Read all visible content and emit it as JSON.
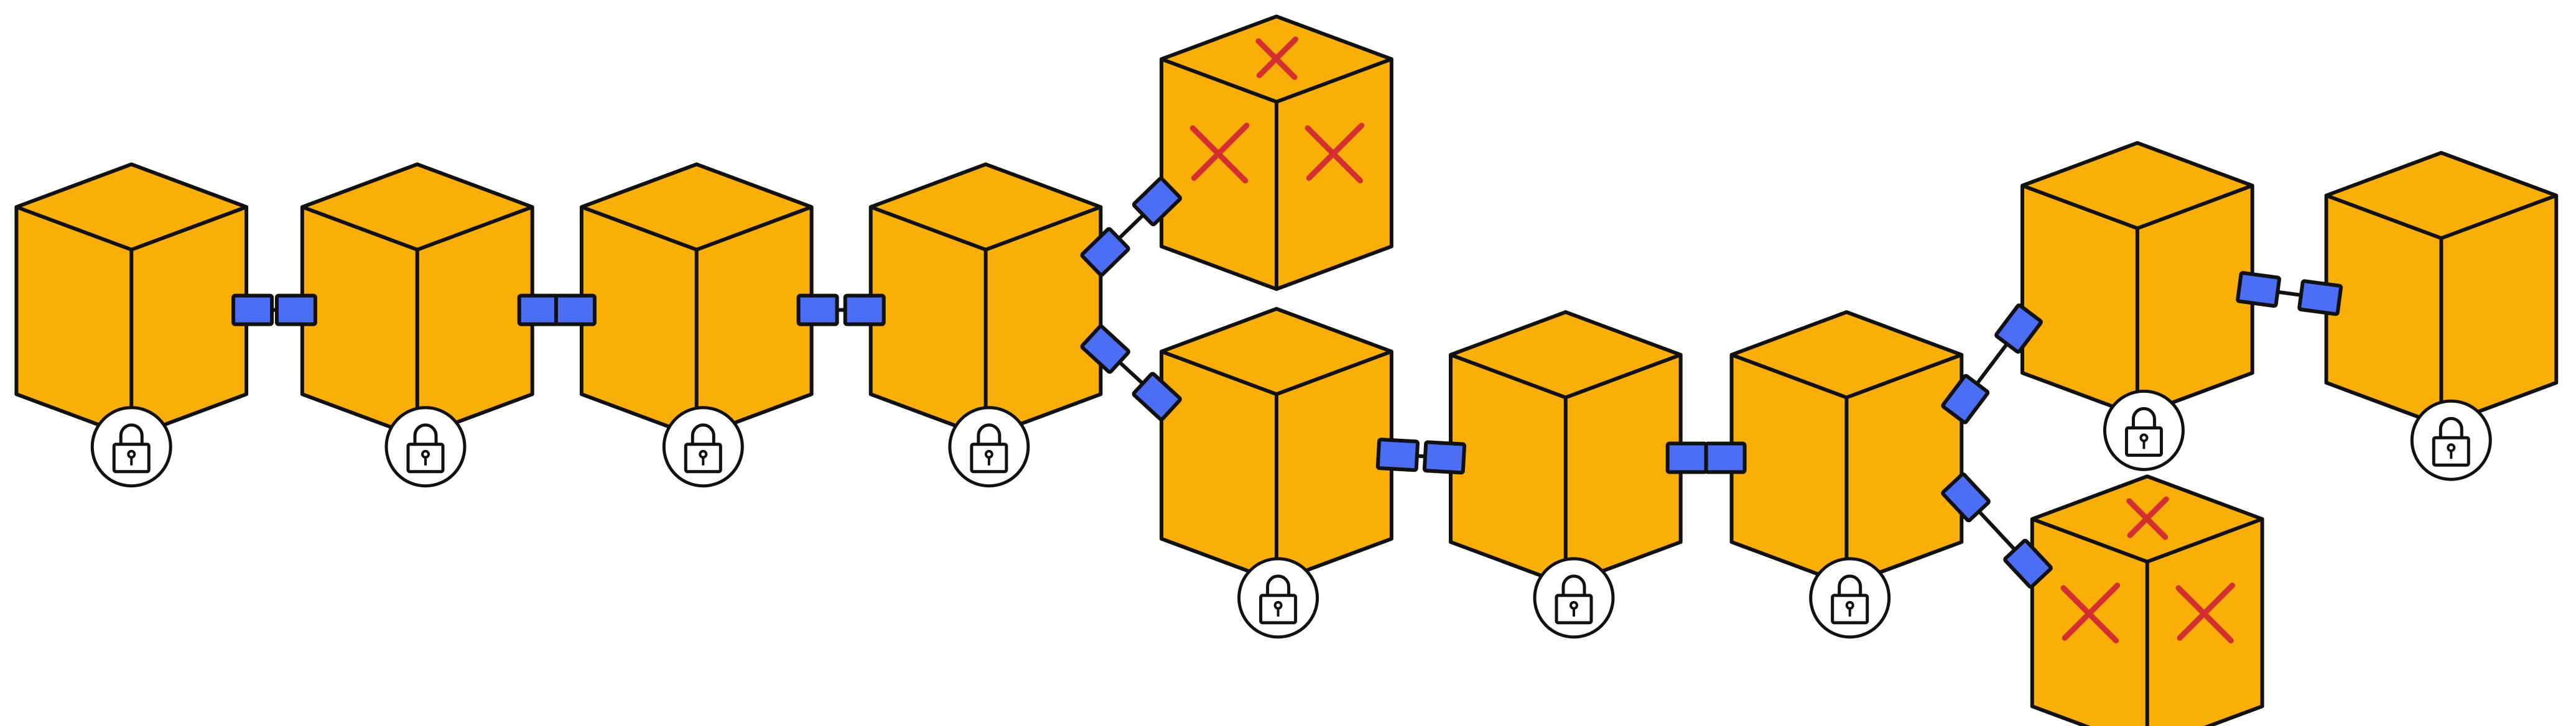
{
  "colors": {
    "block_fill": "#F9AE08",
    "outline": "#111111",
    "connector_fill": "#4C6EF5",
    "invalid_mark": "#D32F2F",
    "lock_badge_fill": "#FFFFFF"
  },
  "icons": {
    "lock": "lock-icon",
    "invalid": "x-mark-icon",
    "block": "cube-icon"
  },
  "diagram": {
    "blocks": [
      {
        "id": "block-1",
        "branch": "main",
        "locked": true,
        "orphaned": false
      },
      {
        "id": "block-2",
        "branch": "main",
        "locked": true,
        "orphaned": false
      },
      {
        "id": "block-3",
        "branch": "main",
        "locked": true,
        "orphaned": false
      },
      {
        "id": "block-4",
        "branch": "main",
        "locked": true,
        "orphaned": false
      },
      {
        "id": "block-5",
        "branch": "fork-upper",
        "locked": false,
        "orphaned": true
      },
      {
        "id": "block-6",
        "branch": "main",
        "locked": true,
        "orphaned": false
      },
      {
        "id": "block-7",
        "branch": "main",
        "locked": true,
        "orphaned": false
      },
      {
        "id": "block-8",
        "branch": "main",
        "locked": true,
        "orphaned": false
      },
      {
        "id": "block-9",
        "branch": "main",
        "locked": true,
        "orphaned": false
      },
      {
        "id": "block-10",
        "branch": "main",
        "locked": true,
        "orphaned": false
      },
      {
        "id": "block-11",
        "branch": "fork-lower",
        "locked": false,
        "orphaned": true
      }
    ],
    "links": [
      {
        "from": "block-1",
        "to": "block-2"
      },
      {
        "from": "block-2",
        "to": "block-3"
      },
      {
        "from": "block-3",
        "to": "block-4"
      },
      {
        "from": "block-4",
        "to": "block-5"
      },
      {
        "from": "block-4",
        "to": "block-6"
      },
      {
        "from": "block-6",
        "to": "block-7"
      },
      {
        "from": "block-7",
        "to": "block-8"
      },
      {
        "from": "block-8",
        "to": "block-9"
      },
      {
        "from": "block-8",
        "to": "block-11"
      },
      {
        "from": "block-9",
        "to": "block-10"
      }
    ]
  }
}
